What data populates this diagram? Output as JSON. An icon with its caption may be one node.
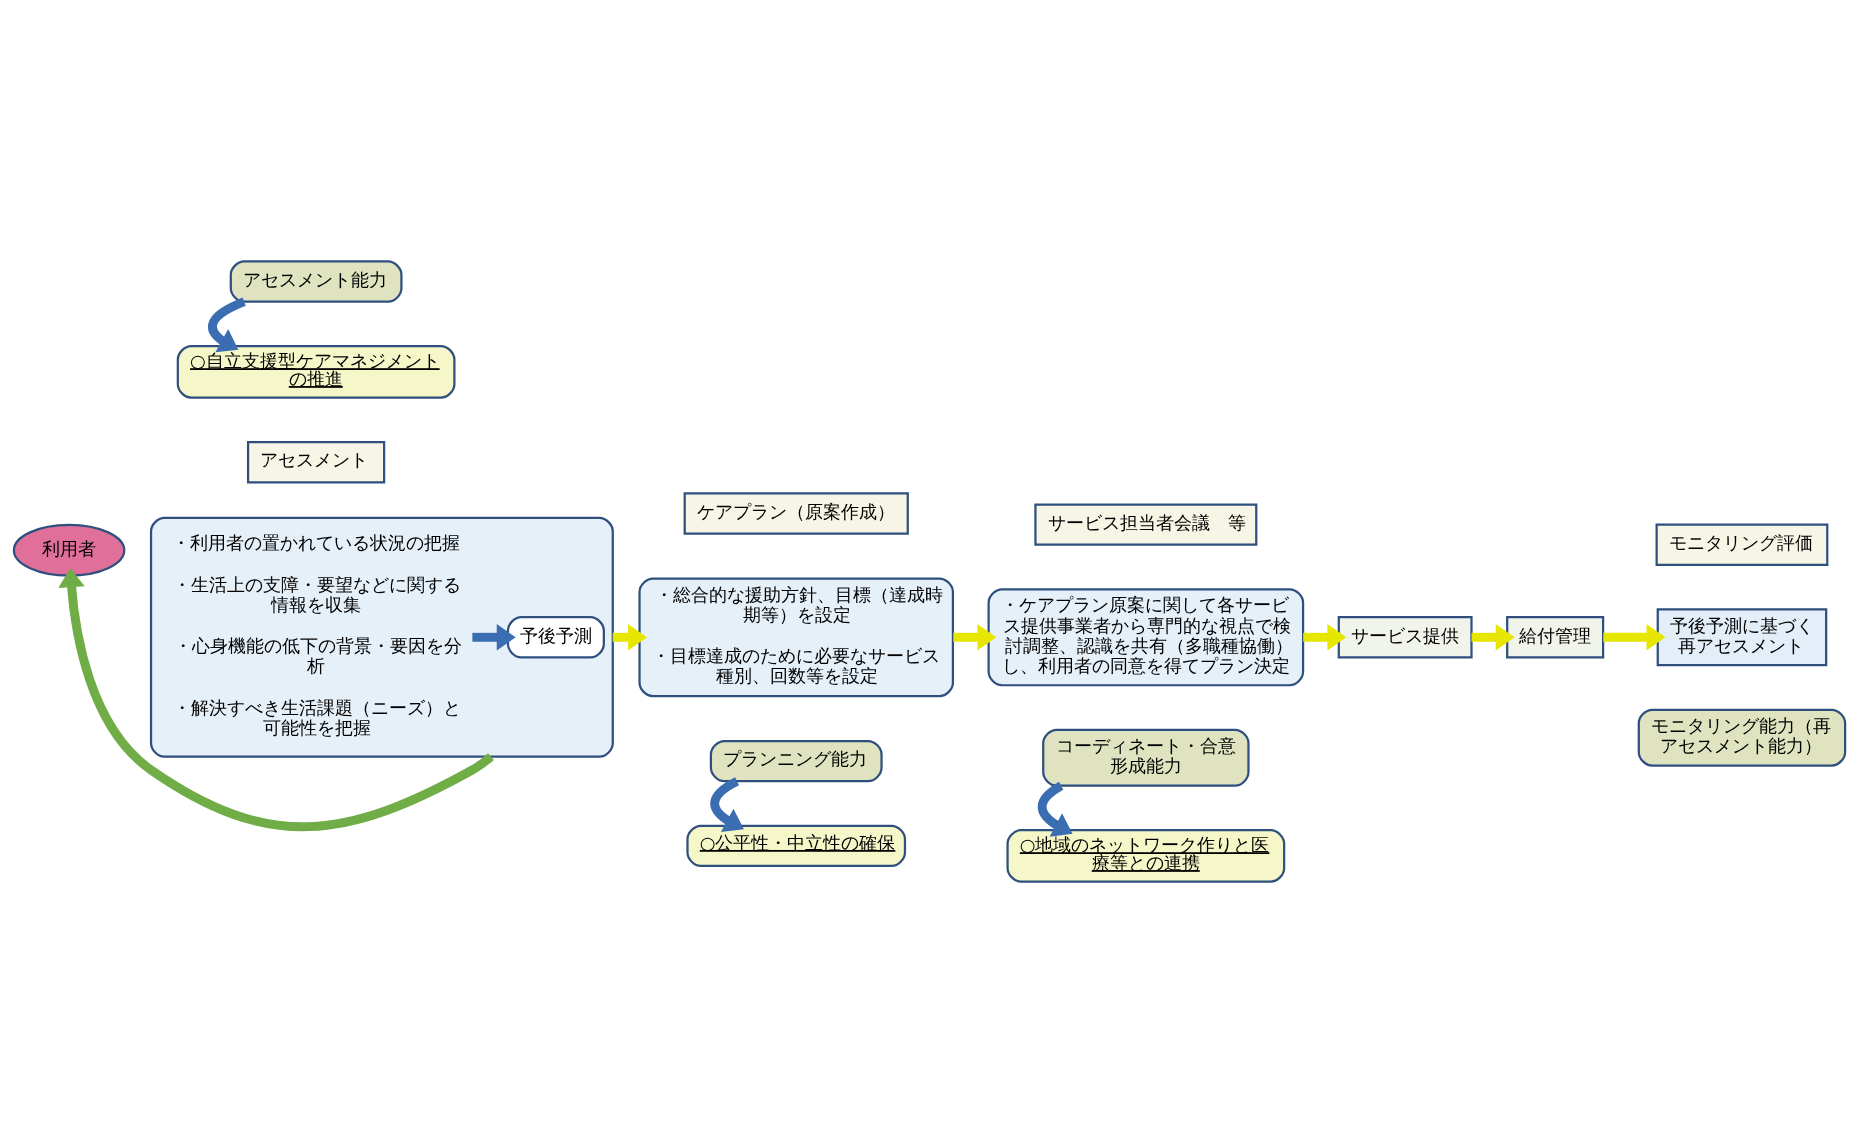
{
  "diagram": {
    "nodes": [
      {
        "text": [
          "利用者"
        ]
      },
      {
        "text": [
          "アセスメント"
        ]
      },
      {
        "text": [],
        "shape": "box"
      },
      {
        "text": [
          "・利用者の置かれている状況の把握",
          "・生活上の支障・要望などに関する情報を収集",
          "・心身機能の低下の背景・要因を分析",
          "・解決すべき生活課題（ニーズ）と可能性を把握"
        ],
        "in": 2
      },
      {
        "text": [
          "予後予測"
        ],
        "in": 2
      },
      {
        "text": [
          "アセスメント能力"
        ]
      },
      {
        "text": [
          "ケアプラン（原案作成）"
        ]
      },
      {
        "text": [
          "・総合的な援助方針、目標（達成時期等）を設定",
          "・目標達成のために必要なサービス種別、回数等を設定"
        ]
      },
      {
        "text": [
          "プランニング能力"
        ]
      },
      {
        "text": [
          "サービス担当者会議　等"
        ]
      },
      {
        "text": [
          "・ケアプラン原案に関して各サービス提供事業者から専門的な視点で検討調整、認識を共有（多職種協働）し、利用者の同意を得てプラン決定"
        ]
      },
      {
        "text": [
          "コーディネート・合意形成能力"
        ]
      },
      {
        "text": [
          "サービス提供"
        ]
      },
      {
        "text": [
          "給付管理"
        ]
      },
      {
        "text": [
          "モニタリング評価"
        ]
      },
      {
        "text": [
          "予後予測に基づく再アセスメント"
        ]
      },
      {
        "text": [
          "モニタリング能力（再アセスメント能力）"
        ]
      },
      {
        "text": [
          "○自立支援型ケアマネジメントの推進"
        ]
      },
      {
        "text": [
          "○公平性・中立性の確保"
        ]
      },
      {
        "text": [
          "○地域のネットワーク作りと医療等との連携"
        ]
      }
    ],
    "edges": [
      {
        "from": 2,
        "to": 0,
        "arrow": "to",
        "color": "#70ad47"
      },
      {
        "from": 3,
        "to": 4,
        "arrow": "to",
        "color": "#3b6db3"
      },
      {
        "from": 2,
        "to": 7,
        "arrow": "to"
      },
      {
        "from": 7,
        "to": 10,
        "arrow": "to"
      },
      {
        "from": 10,
        "to": 12,
        "arrow": "to"
      },
      {
        "from": 12,
        "to": 13,
        "arrow": "to"
      },
      {
        "from": 13,
        "to": 15,
        "arrow": "to"
      },
      {
        "from": 5,
        "to": 17,
        "arrow": "to",
        "color": "#3b6db3"
      },
      {
        "from": 8,
        "to": 18,
        "arrow": "to",
        "color": "#3b6db3"
      },
      {
        "from": 11,
        "to": 19,
        "arrow": "to",
        "color": "#3b6db3"
      }
    ]
  }
}
